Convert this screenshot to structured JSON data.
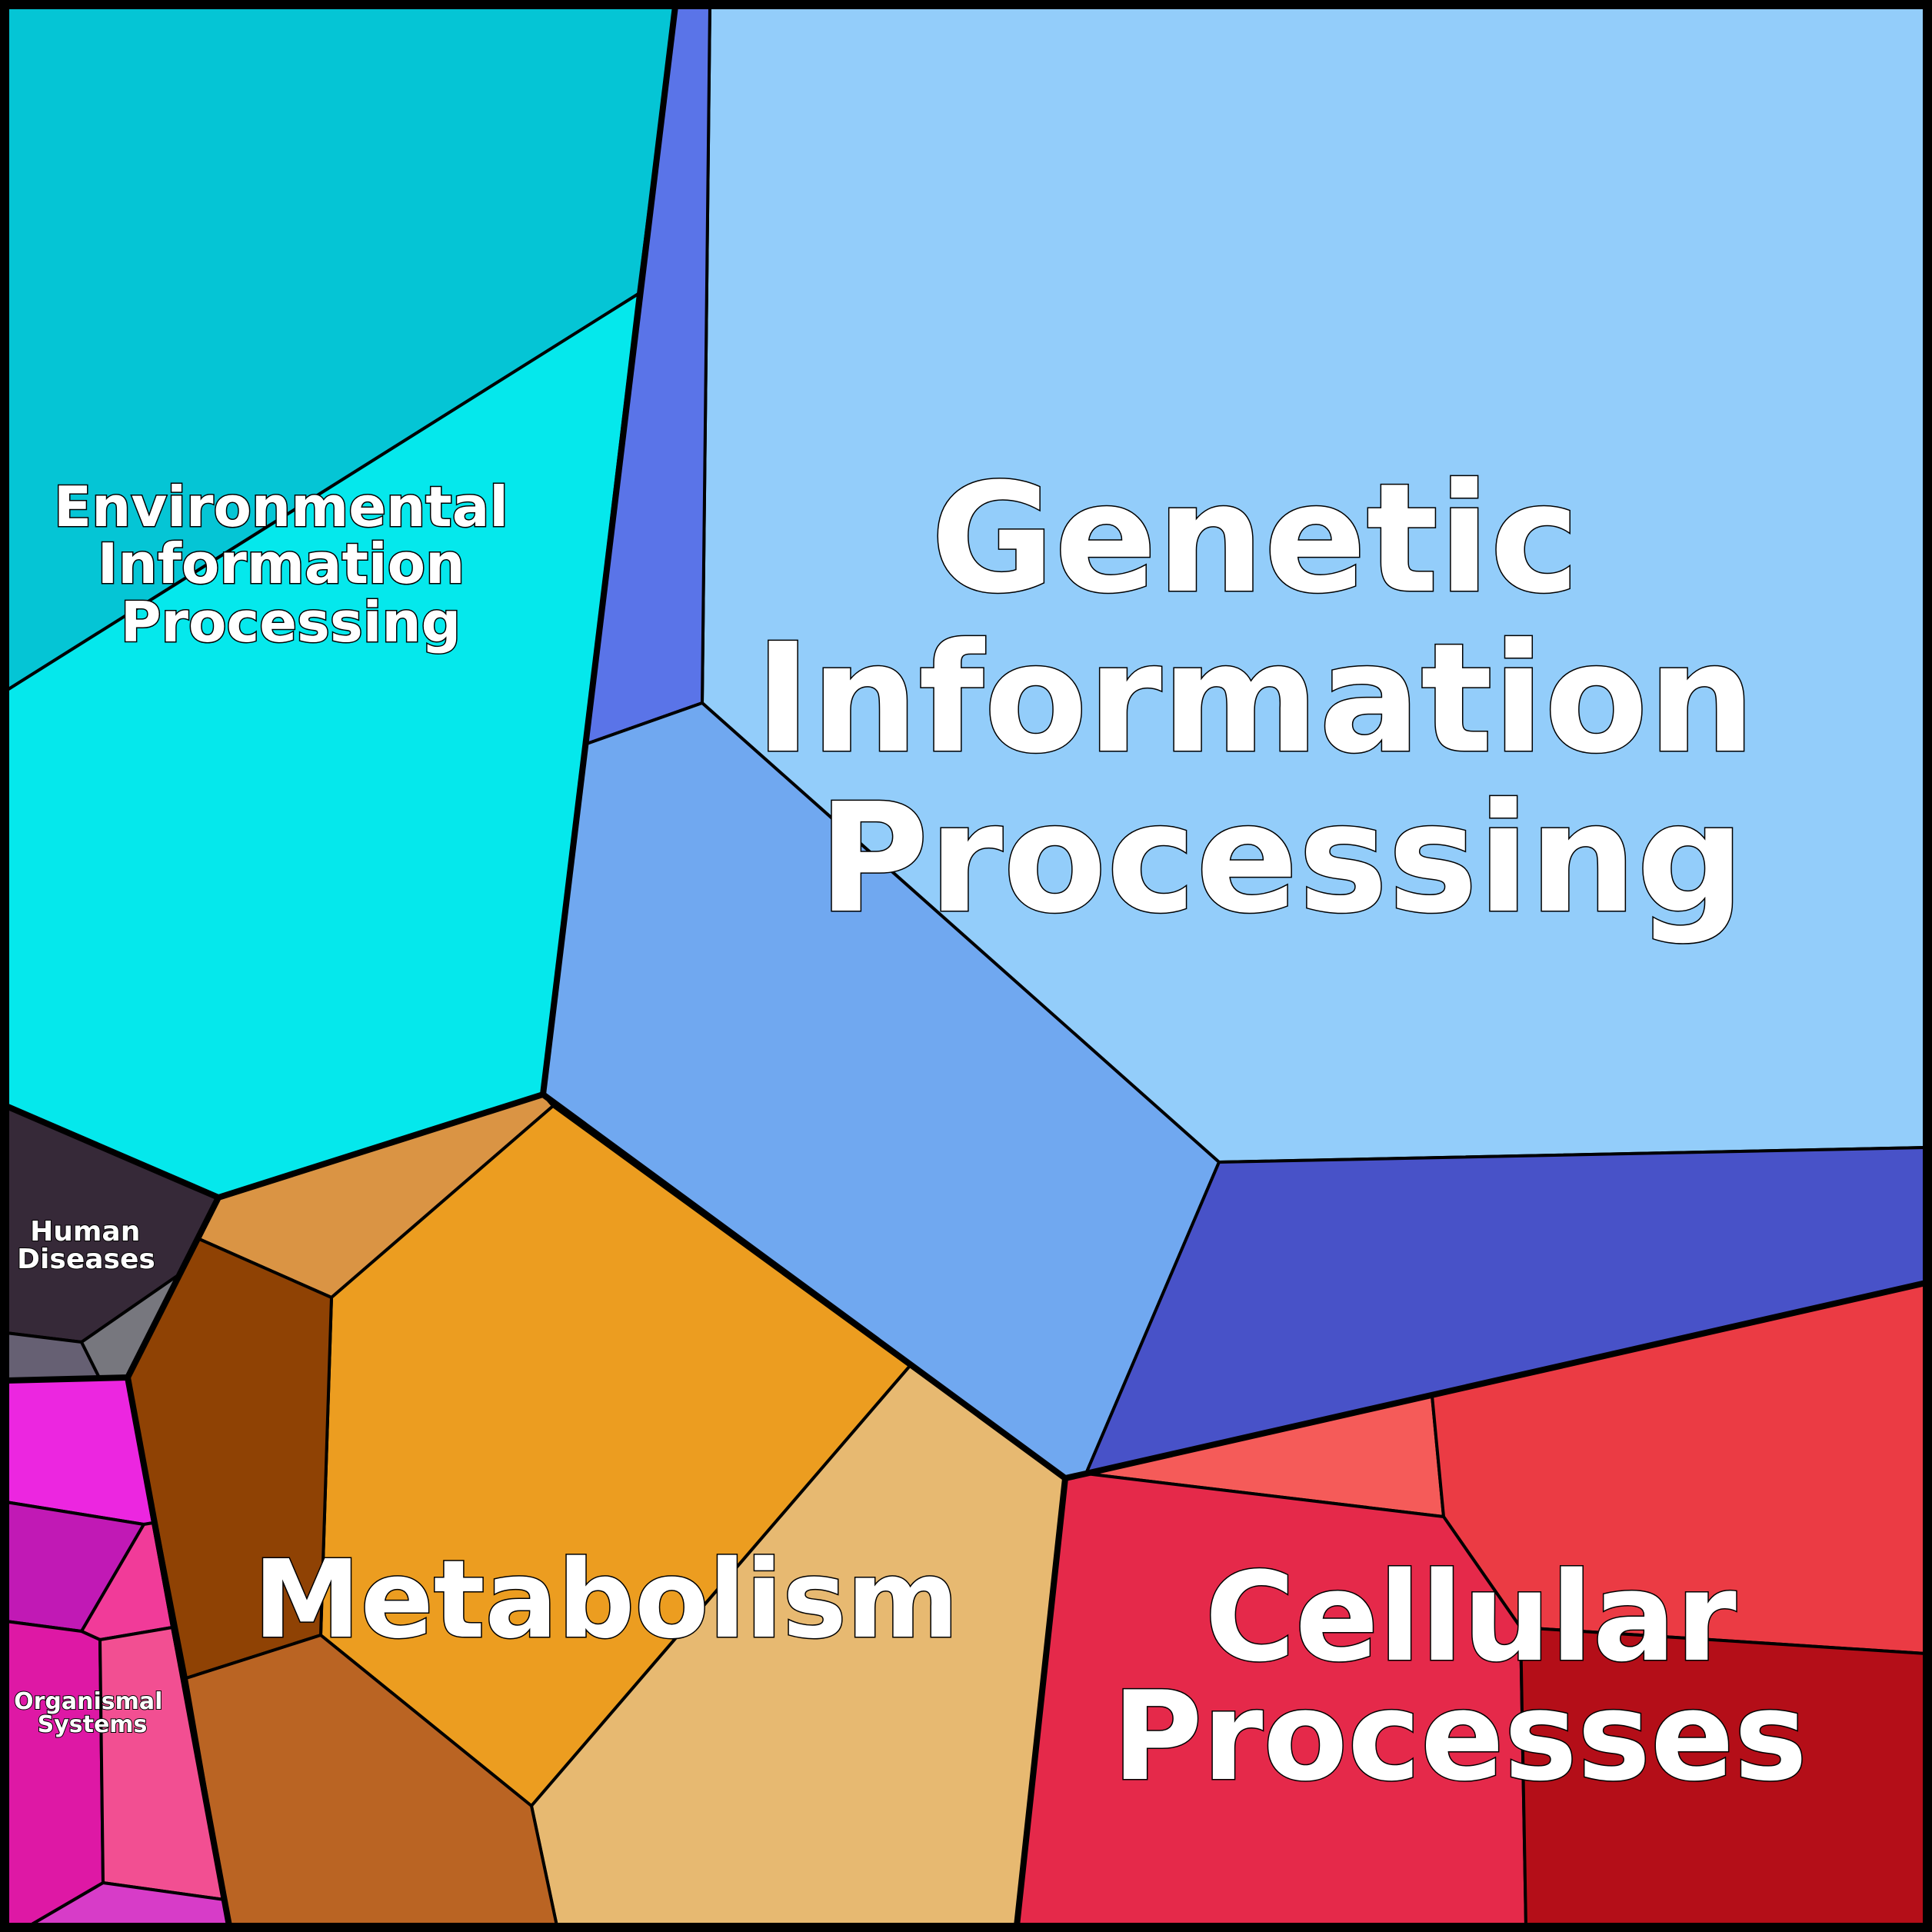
{
  "chart_data": {
    "type": "voronoi-treemap",
    "title": "",
    "groups": [
      {
        "key": "genetic",
        "name": "Genetic Information Processing",
        "lines": [
          "Genetic",
          "Information",
          "Processing"
        ],
        "color": "#93cdfa",
        "cells": [
          {
            "id": "gip-1",
            "color": "#93cdfa"
          },
          {
            "id": "gip-2",
            "color": "#5a74e8"
          },
          {
            "id": "gip-3",
            "color": "#70a8f0"
          },
          {
            "id": "gip-4",
            "color": "#4852c8"
          }
        ]
      },
      {
        "key": "environmental",
        "name": "Environmental Information Processing",
        "lines": [
          "Environmental",
          "Information",
          "Processing"
        ],
        "color": "#05e8ec",
        "cells": [
          {
            "id": "eip-1",
            "color": "#05c5d5"
          },
          {
            "id": "eip-2",
            "color": "#05e8ec"
          }
        ]
      },
      {
        "key": "metabolism",
        "name": "Metabolism",
        "lines": [
          "Metabolism"
        ],
        "color": "#ec9d20",
        "cells": [
          {
            "id": "met-1",
            "color": "#da9444"
          },
          {
            "id": "met-2",
            "color": "#ec9d20"
          },
          {
            "id": "met-3",
            "color": "#8f4204"
          },
          {
            "id": "met-4",
            "color": "#e7b971"
          },
          {
            "id": "met-5",
            "color": "#ba6423"
          }
        ]
      },
      {
        "key": "cellular",
        "name": "Cellular Processes",
        "lines": [
          "Cellular",
          "Processes"
        ],
        "color": "#e5294a",
        "cells": [
          {
            "id": "cp-1",
            "color": "#f55b59"
          },
          {
            "id": "cp-2",
            "color": "#eb3b44"
          },
          {
            "id": "cp-3",
            "color": "#e5294a"
          },
          {
            "id": "cp-4",
            "color": "#b40e18"
          }
        ]
      },
      {
        "key": "human",
        "name": "Human Diseases",
        "lines": [
          "Human",
          "Diseases"
        ],
        "color": "#362938",
        "cells": [
          {
            "id": "hd-1",
            "color": "#362938"
          },
          {
            "id": "hd-2",
            "color": "#666073"
          },
          {
            "id": "hd-3",
            "color": "#77777e"
          }
        ]
      },
      {
        "key": "organismal",
        "name": "Organismal Systems",
        "lines": [
          "Organismal",
          "Systems"
        ],
        "color": "#de18a5",
        "cells": [
          {
            "id": "os-1",
            "color": "#ec26e0"
          },
          {
            "id": "os-2",
            "color": "#c119b5"
          },
          {
            "id": "os-3",
            "color": "#f13b99"
          },
          {
            "id": "os-4",
            "color": "#de18a5"
          },
          {
            "id": "os-5",
            "color": "#f24f92"
          },
          {
            "id": "os-6",
            "color": "#d73cc8"
          }
        ]
      }
    ]
  }
}
